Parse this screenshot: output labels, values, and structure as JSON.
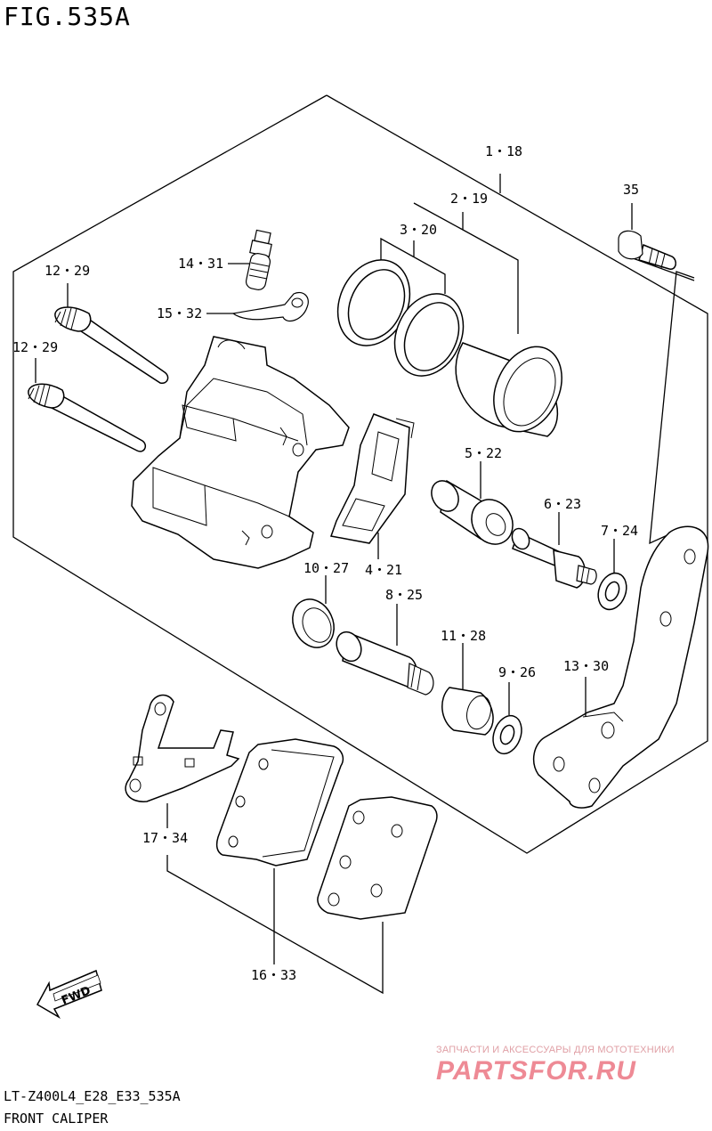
{
  "figure_label": "FIG.535A",
  "model_code": "LT-Z400L4_E28_E33_535A",
  "section_name": "FRONT CALIPER",
  "watermark": {
    "line1": "ЗАПЧАСТИ И АКСЕССУАРЫ ДЛЯ МОТОТЕХНИКИ",
    "line2": "PARTSFOR.RU"
  },
  "fwd_label": "FWD",
  "callouts": {
    "c1": "1・18",
    "c2": "2・19",
    "c3": "3・20",
    "c4": "4・21",
    "c5": "5・22",
    "c6": "6・23",
    "c7": "7・24",
    "c8": "8・25",
    "c9": "9・26",
    "c10": "10・27",
    "c11": "11・28",
    "c12a": "12・29",
    "c12b": "12・29",
    "c13": "13・30",
    "c14": "14・31",
    "c15": "15・32",
    "c16": "16・33",
    "c17": "17・34",
    "c35": "35"
  }
}
